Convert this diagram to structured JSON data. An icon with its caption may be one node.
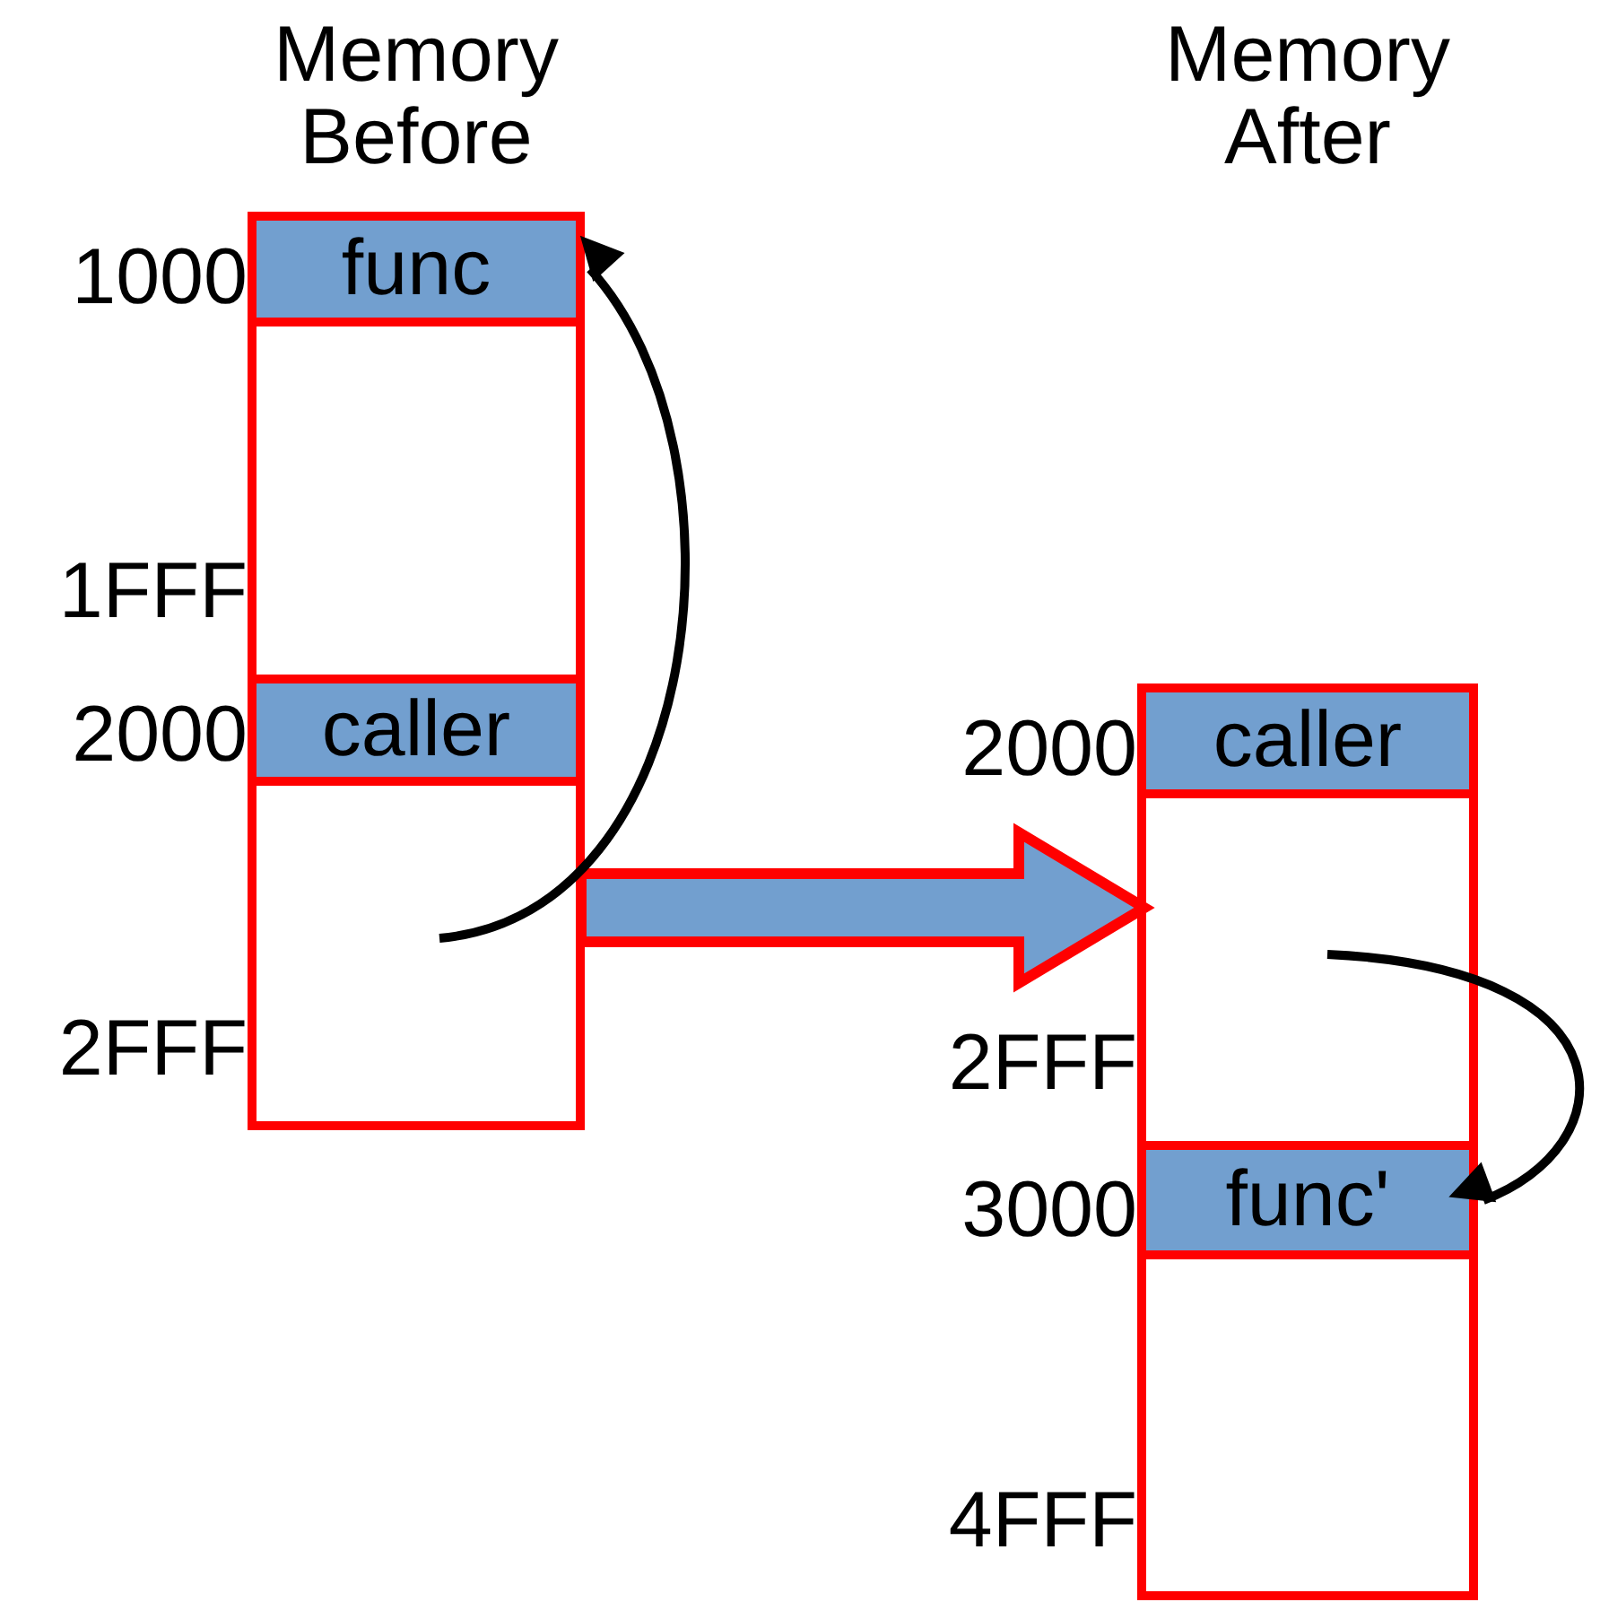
{
  "diagram": {
    "nodes": [
      {
        "text": [],
        "shape": "box"
      },
      {
        "text": [
          "func"
        ],
        "in": 0
      },
      {
        "text": [
          "caller"
        ],
        "in": 0
      },
      {
        "text": [],
        "shape": "box"
      },
      {
        "text": [
          "caller"
        ],
        "in": 3
      },
      {
        "text": [
          "func'"
        ],
        "in": 3
      }
    ],
    "edges": [
      {
        "from": null,
        "to": 1,
        "arrow": "to"
      },
      {
        "from": 0,
        "to": 3,
        "arrow": "to",
        "style": "thick",
        "color": "#729fcf"
      },
      {
        "from": null,
        "to": 5,
        "arrow": "to"
      }
    ],
    "labels": [
      "Memory Before",
      "Memory After",
      "1000",
      "1FFF",
      "2000",
      "2000",
      "2FFF",
      "2FFF",
      "3000",
      "4FFF"
    ]
  }
}
